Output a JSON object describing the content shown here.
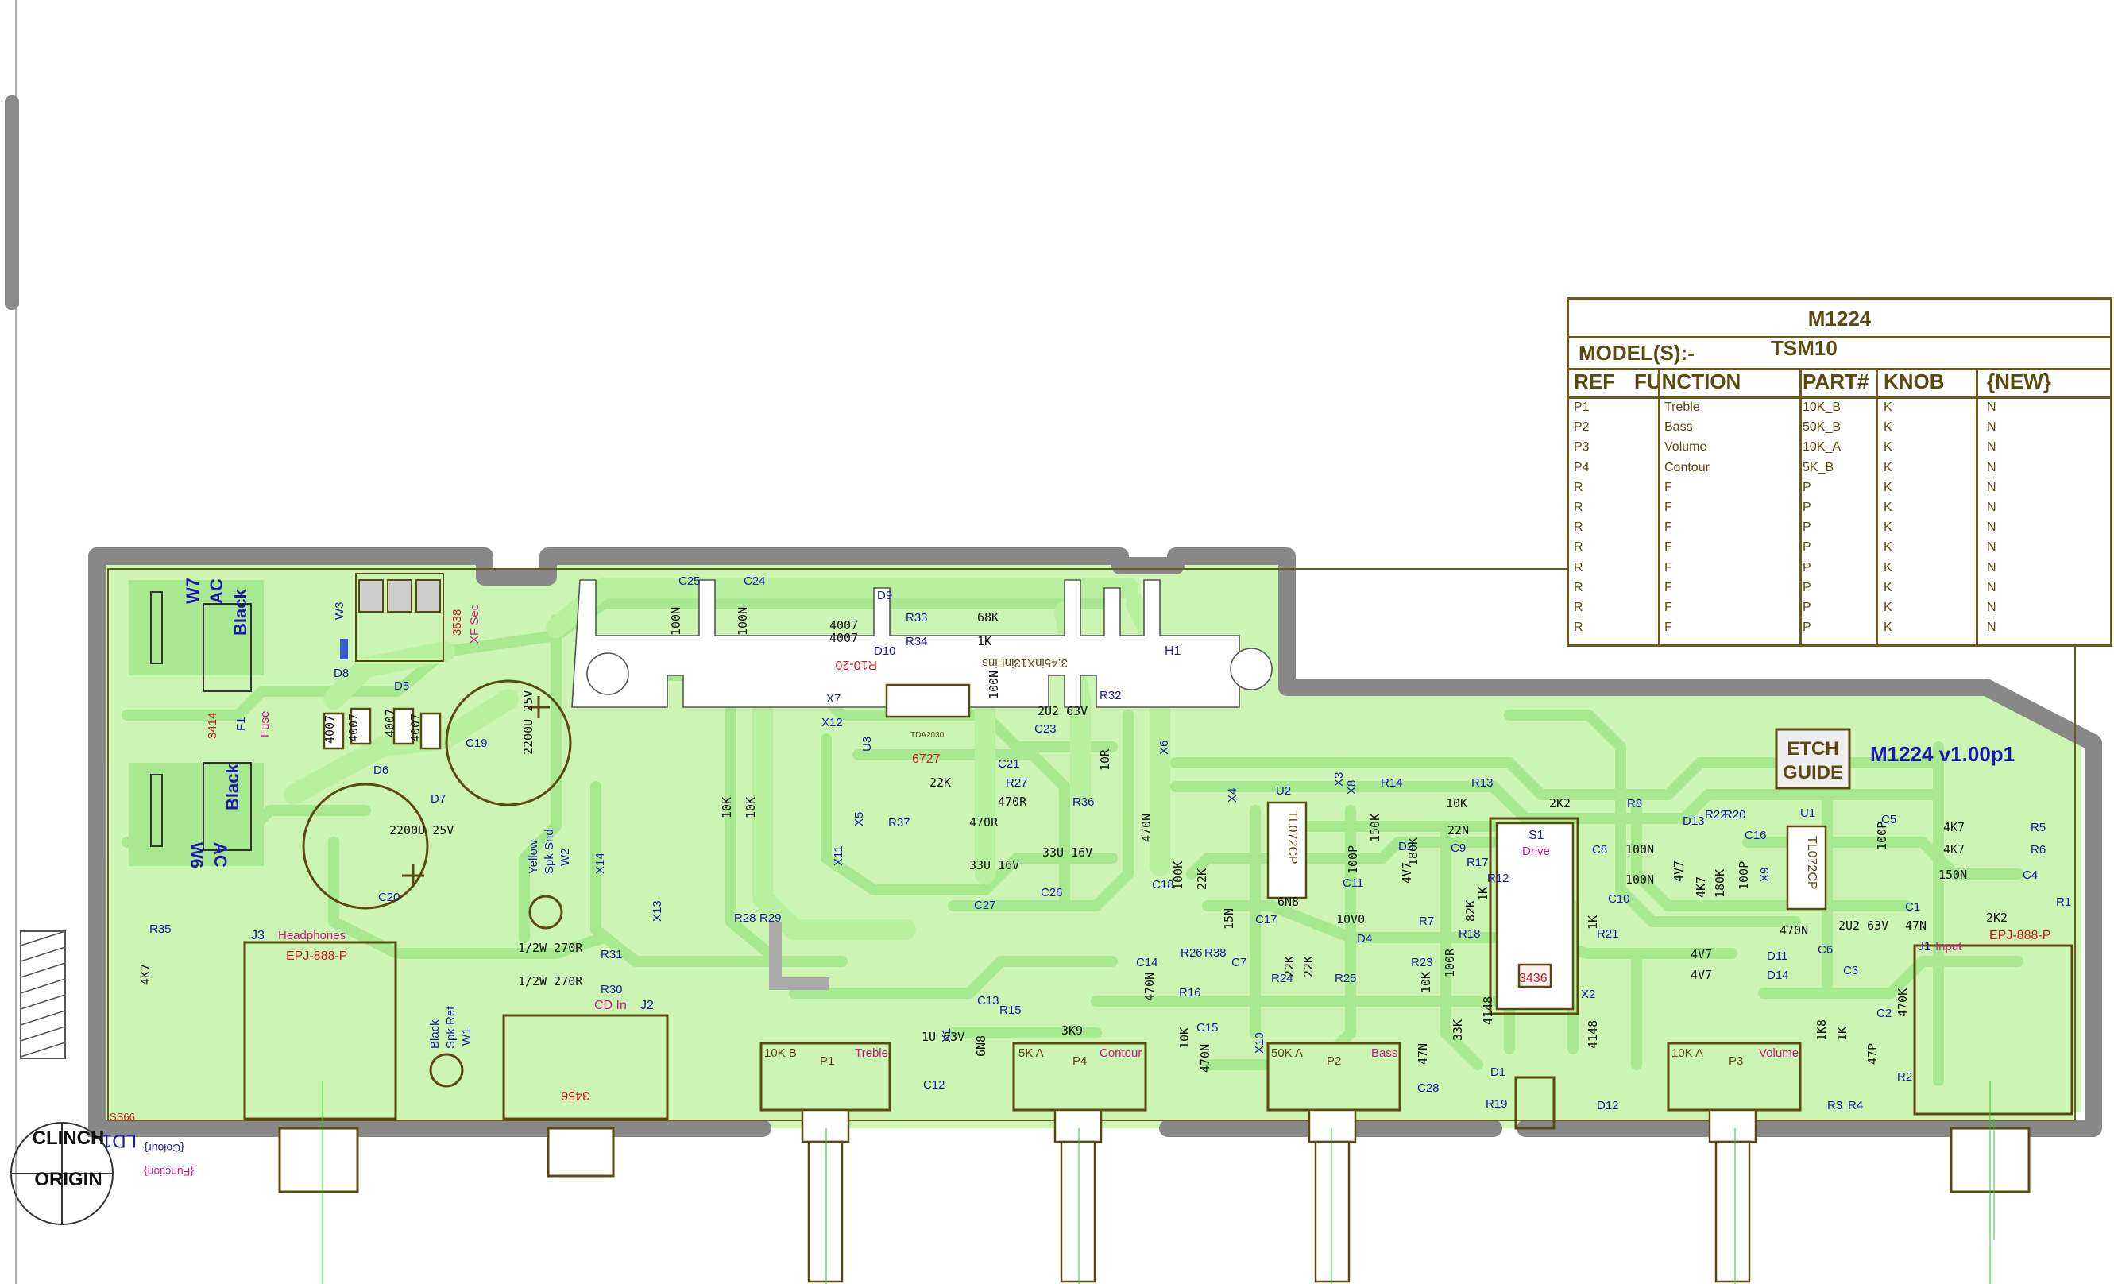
{
  "table": {
    "title": "M1224",
    "model_label": "MODEL(S):-",
    "model_value": "TSM10",
    "headers": [
      "REF",
      "FUNCTION",
      "PART#",
      "KNOB",
      "{NEW}"
    ],
    "rows": [
      [
        "P1",
        "Treble",
        "10K_B",
        "K",
        "N"
      ],
      [
        "P2",
        "Bass",
        "50K_B",
        "K",
        "N"
      ],
      [
        "P3",
        "Volume",
        "10K_A",
        "K",
        "N"
      ],
      [
        "P4",
        "Contour",
        "5K_B",
        "K",
        "N"
      ],
      [
        "R",
        "F",
        "P",
        "K",
        "N"
      ],
      [
        "R",
        "F",
        "P",
        "K",
        "N"
      ],
      [
        "R",
        "F",
        "P",
        "K",
        "N"
      ],
      [
        "R",
        "F",
        "P",
        "K",
        "N"
      ],
      [
        "R",
        "F",
        "P",
        "K",
        "N"
      ],
      [
        "R",
        "F",
        "P",
        "K",
        "N"
      ],
      [
        "R",
        "F",
        "P",
        "K",
        "N"
      ],
      [
        "R",
        "F",
        "P",
        "K",
        "N"
      ]
    ]
  },
  "board": {
    "version": "M1224 v1.00p1",
    "etch_guide": [
      "ETCH",
      "GUIDE"
    ],
    "clinch_origin": [
      "CLINCH",
      "ORIGIN"
    ],
    "hw": "H1",
    "heatsink_note": "3.45inX13inFins",
    "r_note": "R10-20",
    "tda": "TDA2030",
    "u3_part": "6727",
    "xf_sec": [
      "3538",
      "XF Sec"
    ],
    "fuse": [
      "3414",
      "F1",
      "Fuse"
    ],
    "cd_in": "CD In",
    "jack_j2_part": "3456",
    "s1_part": "3436",
    "led": [
      "SS66",
      "LD1",
      "{Colour}",
      "{Function}"
    ]
  },
  "wire_pads": [
    {
      "id": "W7",
      "lines": [
        "W7",
        "AC",
        "Black"
      ]
    },
    {
      "id": "W6",
      "lines": [
        "W6",
        "AC",
        "Black"
      ]
    },
    {
      "id": "W3",
      "lines": [
        "W3"
      ]
    },
    {
      "id": "W2",
      "lines": [
        "Yellow",
        "Spk Snd",
        "W2"
      ]
    },
    {
      "id": "W1",
      "lines": [
        "Black",
        "Spk Ret",
        "W1"
      ]
    }
  ],
  "jacks": [
    {
      "ref": "J3",
      "func": "Headphones",
      "part": "EPJ-888-P"
    },
    {
      "ref": "J1",
      "func": "Input",
      "part": "EPJ-888-P"
    },
    {
      "ref": "J2",
      "func": "CD In",
      "part": "3456"
    }
  ],
  "pots": [
    {
      "ref": "P1",
      "value": "10K B",
      "func": "Treble"
    },
    {
      "ref": "P4",
      "value": "5K A",
      "func": "Contour"
    },
    {
      "ref": "P2",
      "value": "50K A",
      "func": "Bass"
    },
    {
      "ref": "P3",
      "value": "10K A",
      "func": "Volume"
    }
  ],
  "switch": {
    "ref": "S1",
    "func": "Drive"
  },
  "ics": [
    {
      "ref": "U1",
      "part": "TL072CP"
    },
    {
      "ref": "U2",
      "part": "TL072CP"
    },
    {
      "ref": "U3",
      "part": "TDA2030"
    }
  ],
  "diodes": [
    {
      "ref": "D8",
      "value": "4007"
    },
    {
      "ref": "D6",
      "value": "4007"
    },
    {
      "ref": "D5",
      "value": "4007"
    },
    {
      "ref": "D7",
      "value": "4007"
    },
    {
      "ref": "D9",
      "value": "4007"
    },
    {
      "ref": "D10",
      "value": "4007"
    },
    {
      "ref": "D2",
      "value": "4V7"
    },
    {
      "ref": "D4",
      "value": "10V0"
    },
    {
      "ref": "D1",
      "value": "4148"
    },
    {
      "ref": "D12",
      "value": "4148"
    },
    {
      "ref": "D13",
      "value": "4V7"
    },
    {
      "ref": "D11",
      "value": "4V7"
    },
    {
      "ref": "D14",
      "value": "4V7"
    }
  ],
  "capacitors": [
    {
      "ref": "C19",
      "value": "2200U 25V"
    },
    {
      "ref": "C20",
      "value": "2200U 25V"
    },
    {
      "ref": "C25",
      "value": "100N"
    },
    {
      "ref": "C24",
      "value": "100N"
    },
    {
      "ref": "C21",
      "value": "100N"
    },
    {
      "ref": "C23",
      "value": "2U2 63V"
    },
    {
      "ref": "C27",
      "value": "33U 16V"
    },
    {
      "ref": "C26",
      "value": "33U 16V"
    },
    {
      "ref": "C18",
      "value": "470N"
    },
    {
      "ref": "C17",
      "value": "6N8"
    },
    {
      "ref": "C7",
      "value": "15N"
    },
    {
      "ref": "C11",
      "value": "100P"
    },
    {
      "ref": "C9",
      "value": "22N"
    },
    {
      "ref": "C8",
      "value": "100N"
    },
    {
      "ref": "C10",
      "value": "100N"
    },
    {
      "ref": "C16",
      "value": "100P"
    },
    {
      "ref": "C5",
      "value": "100P"
    },
    {
      "ref": "C4",
      "value": "150N"
    },
    {
      "ref": "C6",
      "value": "470N"
    },
    {
      "ref": "C3",
      "value": "2U2 63V"
    },
    {
      "ref": "C1",
      "value": "47N"
    },
    {
      "ref": "C2",
      "value": "47P"
    },
    {
      "ref": "C12",
      "value": "1U 63V"
    },
    {
      "ref": "C13",
      "value": "6N8"
    },
    {
      "ref": "C14",
      "value": "470N"
    },
    {
      "ref": "C15",
      "value": "470N"
    },
    {
      "ref": "C28",
      "value": "47N"
    }
  ],
  "resistors": [
    {
      "ref": "R33",
      "value": "68K"
    },
    {
      "ref": "R34",
      "value": "1K"
    },
    {
      "ref": "R27",
      "value": "22K"
    },
    {
      "ref": "R36",
      "value": "470R"
    },
    {
      "ref": "R37",
      "value": "470R"
    },
    {
      "ref": "R32",
      "value": "10R"
    },
    {
      "ref": "R28",
      "value": "10K"
    },
    {
      "ref": "R29",
      "value": "10K"
    },
    {
      "ref": "R31",
      "value": "1/2W 270R"
    },
    {
      "ref": "R30",
      "value": "1/2W 270R"
    },
    {
      "ref": "R35",
      "value": "4K7"
    },
    {
      "ref": "R15",
      "value": "3K9"
    },
    {
      "ref": "R26",
      "value": "100K"
    },
    {
      "ref": "R38",
      "value": "22K"
    },
    {
      "ref": "R16",
      "value": "10K"
    },
    {
      "ref": "R24",
      "value": "22K"
    },
    {
      "ref": "R25",
      "value": "22K"
    },
    {
      "ref": "R14",
      "value": "150K"
    },
    {
      "ref": "R13",
      "value": "10K"
    },
    {
      "ref": "R7",
      "value": "180K"
    },
    {
      "ref": "R8",
      "value": "2K2"
    },
    {
      "ref": "R23",
      "value": "10K"
    },
    {
      "ref": "R18",
      "value": "100R"
    },
    {
      "ref": "R17",
      "value": "82K"
    },
    {
      "ref": "R12",
      "value": "1K"
    },
    {
      "ref": "R19",
      "value": "33K"
    },
    {
      "ref": "R21",
      "value": "1K"
    },
    {
      "ref": "R22",
      "value": "4K7"
    },
    {
      "ref": "R20",
      "value": "180K"
    },
    {
      "ref": "R5",
      "value": "4K7"
    },
    {
      "ref": "R6",
      "value": "4K7"
    },
    {
      "ref": "R1",
      "value": "2K2"
    },
    {
      "ref": "R2",
      "value": "470K"
    },
    {
      "ref": "R3",
      "value": "1K8"
    },
    {
      "ref": "R4",
      "value": "1K"
    }
  ],
  "links": [
    "X1",
    "X2",
    "X3",
    "X4",
    "X5",
    "X6",
    "X7",
    "X8",
    "X9",
    "X10",
    "X11",
    "X12",
    "X13",
    "X14"
  ],
  "colors": {
    "copper": "#b8f0a0",
    "copper_pad": "#9ee07f",
    "outline": "#7f7f7f",
    "silk": "#5a4a10",
    "ref_blue": "#1a1aa8",
    "ref_red": "#cc1a1a",
    "func_magenta": "#c81a8a",
    "guide_green": "#22cc22",
    "ground_fill": "#ccf5b4"
  }
}
